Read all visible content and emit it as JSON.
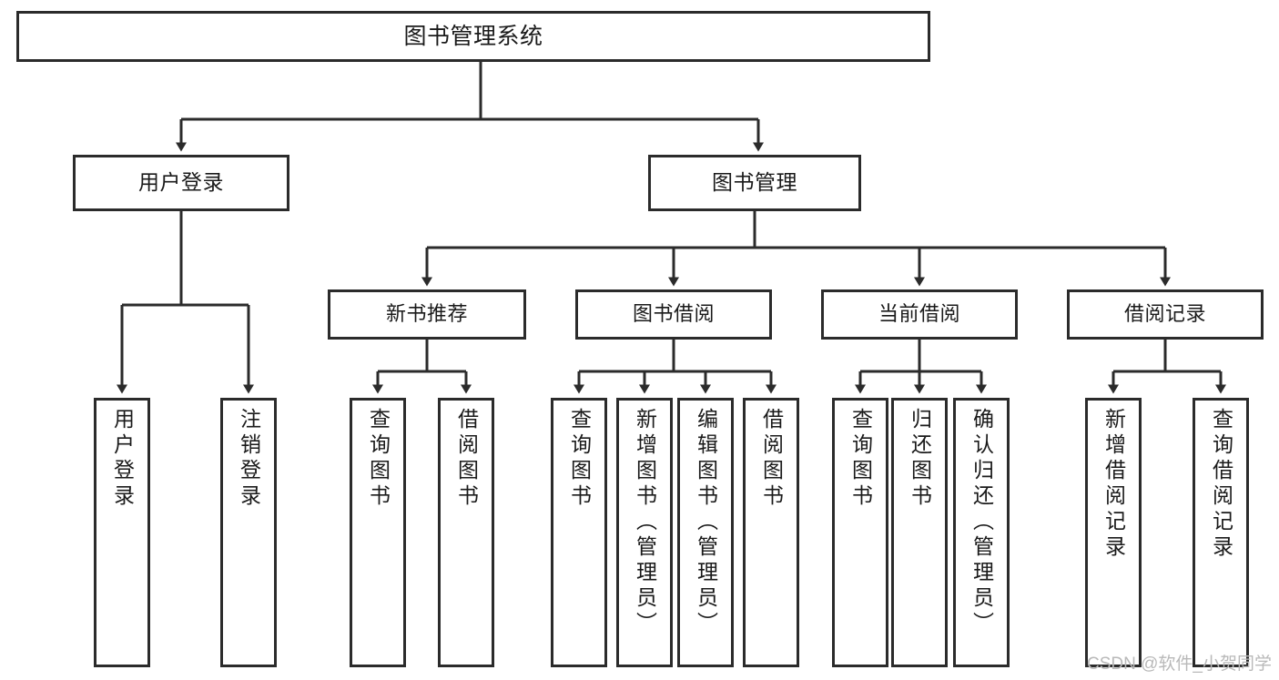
{
  "diagram": {
    "title": "图书管理系统",
    "type": "tree-hierarchy-chart",
    "nodes": {
      "root": {
        "label": "图书管理系统"
      },
      "level1": [
        {
          "id": "user-login",
          "label": "用户登录"
        },
        {
          "id": "book-manage",
          "label": "图书管理"
        }
      ],
      "level2": [
        {
          "id": "new-book-recommend",
          "label": "新书推荐"
        },
        {
          "id": "book-borrow",
          "label": "图书借阅"
        },
        {
          "id": "current-borrow",
          "label": "当前借阅"
        },
        {
          "id": "borrow-record",
          "label": "借阅记录"
        }
      ],
      "leaves": {
        "user-login": [
          {
            "id": "leaf-user-login",
            "label": "用户登录"
          },
          {
            "id": "leaf-logout-login",
            "label": "注销登录"
          }
        ],
        "new-book-recommend": [
          {
            "id": "leaf-query-book-1",
            "label": "查询图书"
          },
          {
            "id": "leaf-borrow-book-1",
            "label": "借阅图书"
          }
        ],
        "book-borrow": [
          {
            "id": "leaf-query-book-2",
            "label": "查询图书"
          },
          {
            "id": "leaf-add-book",
            "label": "新增图书（管理员）"
          },
          {
            "id": "leaf-edit-book",
            "label": "编辑图书（管理员）"
          },
          {
            "id": "leaf-borrow-book-2",
            "label": "借阅图书"
          }
        ],
        "current-borrow": [
          {
            "id": "leaf-query-book-3",
            "label": "查询图书"
          },
          {
            "id": "leaf-return-book",
            "label": "归还图书"
          },
          {
            "id": "leaf-confirm-return",
            "label": "确认归还（管理员）"
          }
        ],
        "borrow-record": [
          {
            "id": "leaf-add-record",
            "label": "新增借阅记录"
          },
          {
            "id": "leaf-query-record",
            "label": "查询借阅记录"
          }
        ]
      }
    },
    "colors": {
      "stroke": "#2b2b2b",
      "fill": "#ffffff",
      "text": "#1a1a1a",
      "watermark": "#b9b9b9"
    }
  },
  "watermark": {
    "text": "CSDN @软件_小贺同学"
  }
}
